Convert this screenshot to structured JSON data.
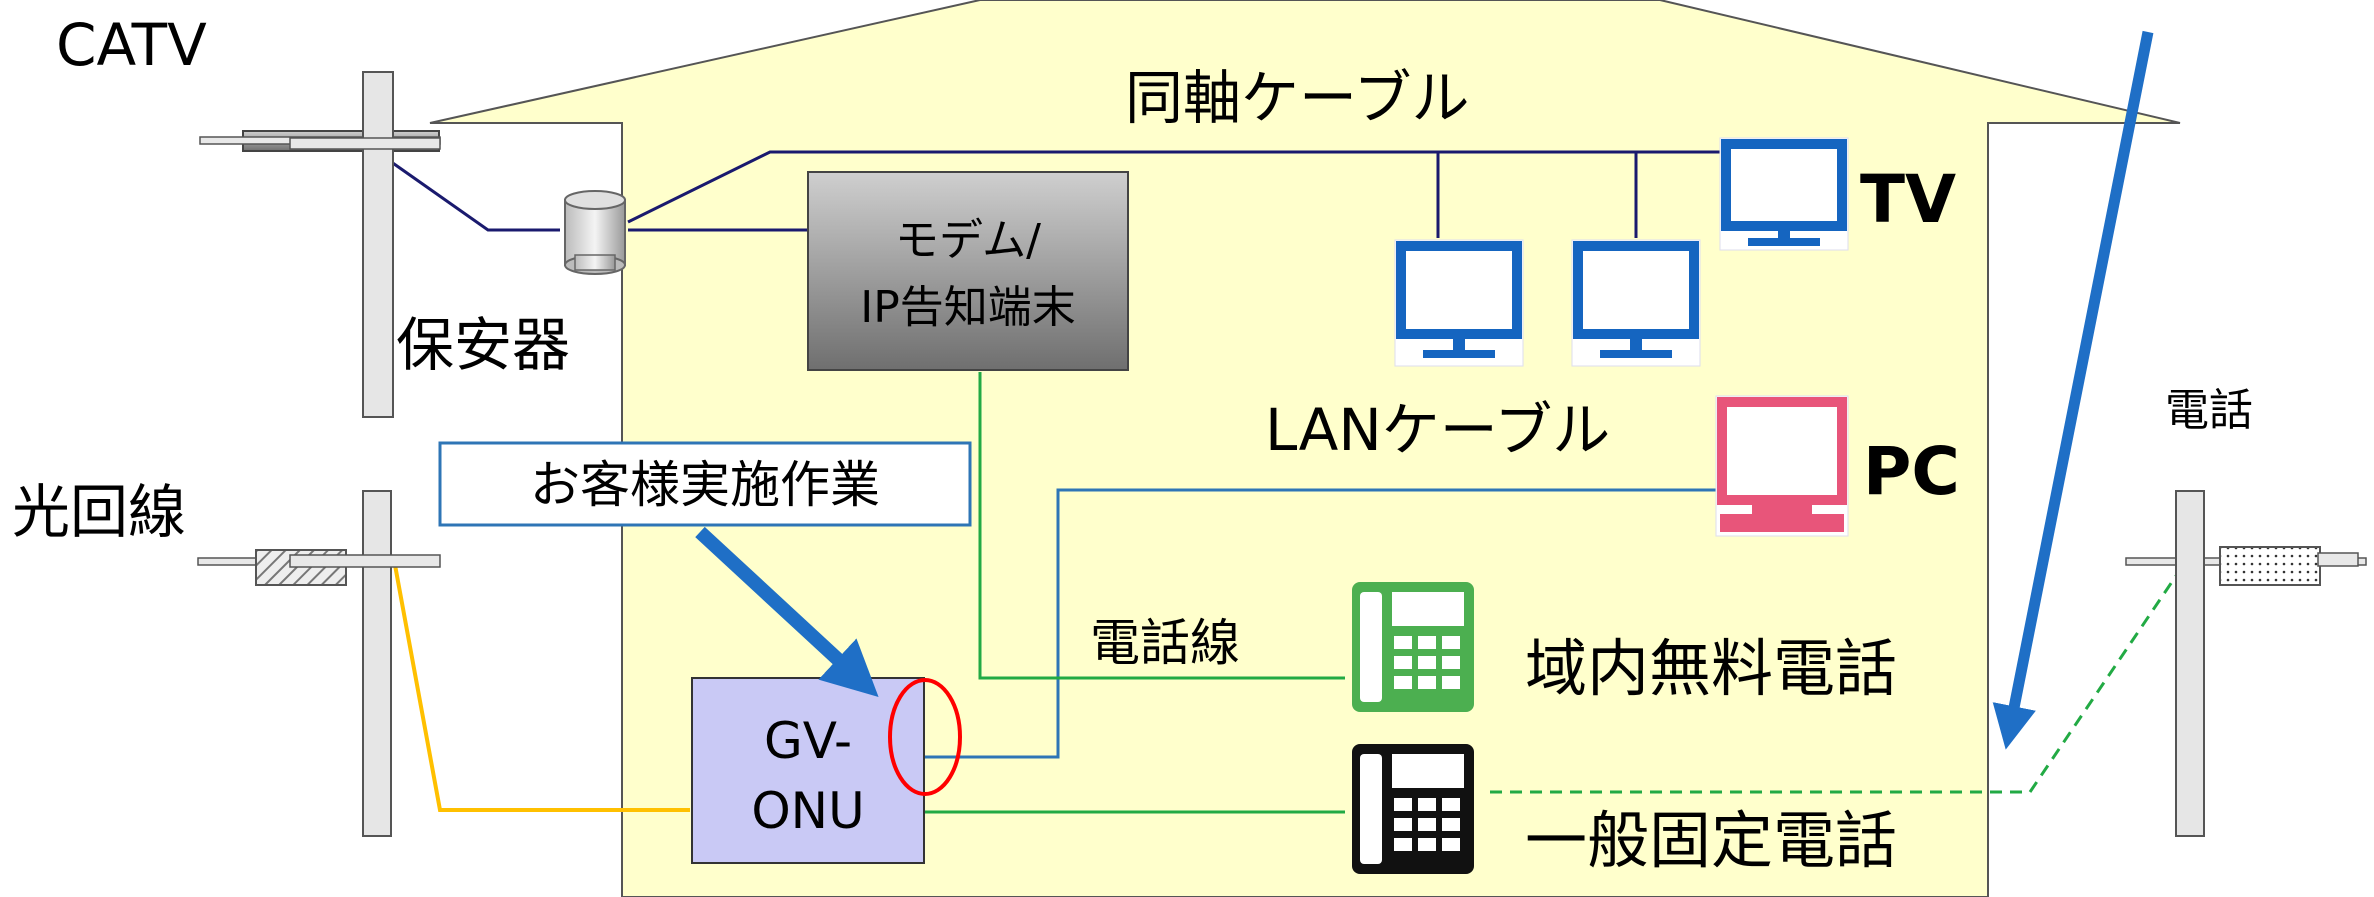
{
  "labels": {
    "catv": "CATV",
    "coax_cable": "同軸ケーブル",
    "protector": "保安器",
    "modem_line1": "モデム/",
    "modem_line2": "IP告知端末",
    "tv": "TV",
    "lan_cable": "LANケーブル",
    "pc": "PC",
    "hikari_line": "光回線",
    "customer_work": "お客様実施作業",
    "phone_line": "電話線",
    "free_local_call": "域内無料電話",
    "onu_line1": "GV-",
    "onu_line2": "ONU",
    "fixed_phone": "一般固定電話",
    "denwa": "電話"
  },
  "colors": {
    "house_fill": "#ffffcc",
    "coax": "#1a1a6e",
    "lan": "#2e75b6",
    "phone": "#22aa44",
    "fiber": "#ffc000",
    "arrow": "#1f6fc6",
    "monitor_blue": "#1565c0",
    "monitor_pink": "#e8557a",
    "onu_fill": "#c9c9f5",
    "highlight": "#ff0000"
  },
  "icons": [
    "tv-monitor-icon",
    "lan-monitor-icon",
    "pc-monitor-icon",
    "phone-green-icon",
    "phone-black-icon",
    "protector-icon"
  ]
}
